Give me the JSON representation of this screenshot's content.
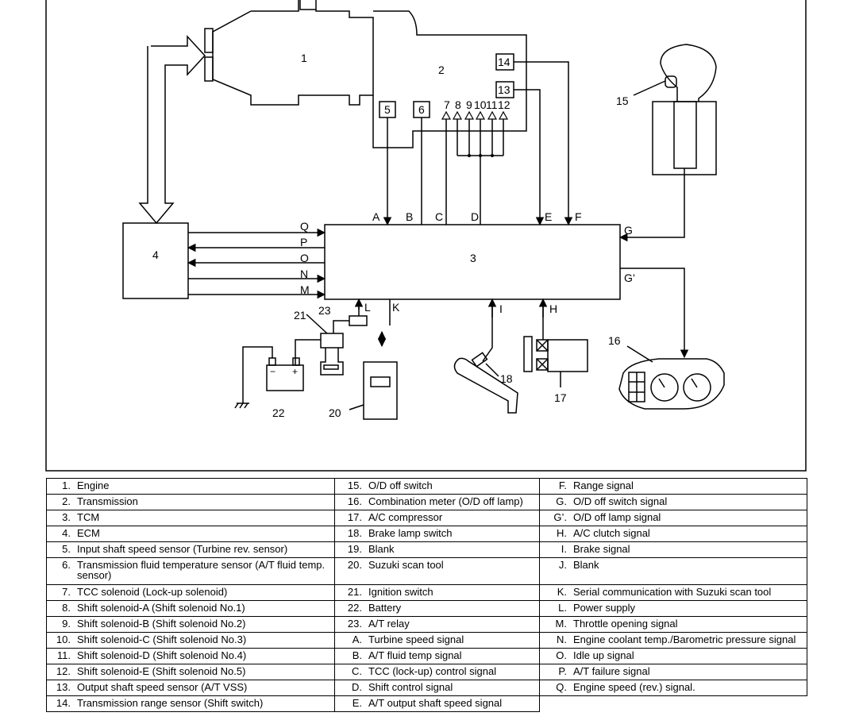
{
  "diagram": {
    "labels": {
      "engine": "1",
      "transmission": "2",
      "tcm": "3",
      "ecm": "4",
      "input_sensor": "5",
      "fluid_sensor": "6",
      "sol_nums": [
        "7",
        "8",
        "9",
        "10",
        "11",
        "12"
      ],
      "output_sensor": "13",
      "range_sensor": "14",
      "od_switch": "15",
      "meter": "16",
      "ac_compressor": "17",
      "brake_switch": "18",
      "scan_tool": "20",
      "ignition": "21",
      "battery": "22",
      "relay": "23"
    },
    "signals": {
      "A": "A",
      "B": "B",
      "C": "C",
      "D": "D",
      "E": "E",
      "F": "F",
      "G": "G",
      "G2": "G’",
      "H": "H",
      "I": "I",
      "K": "K",
      "L": "L",
      "M": "M",
      "N": "N",
      "O": "O",
      "P": "P",
      "Q": "Q"
    },
    "battery_minus": "−",
    "battery_plus": "+"
  },
  "legend": {
    "rows": [
      {
        "c1": {
          "n": "1.",
          "t": "Engine"
        },
        "c2": {
          "n": "15.",
          "t": "O/D off switch"
        },
        "c3": {
          "n": "F.",
          "t": "Range signal"
        }
      },
      {
        "c1": {
          "n": "2.",
          "t": "Transmission"
        },
        "c2": {
          "n": "16.",
          "t": "Combination meter (O/D off lamp)"
        },
        "c3": {
          "n": "G.",
          "t": "O/D off switch signal"
        }
      },
      {
        "c1": {
          "n": "3.",
          "t": "TCM"
        },
        "c2": {
          "n": "17.",
          "t": "A/C compressor"
        },
        "c3": {
          "n": "G’.",
          "t": "O/D off lamp signal"
        }
      },
      {
        "c1": {
          "n": "4.",
          "t": "ECM"
        },
        "c2": {
          "n": "18.",
          "t": "Brake lamp switch"
        },
        "c3": {
          "n": "H.",
          "t": "A/C clutch signal"
        }
      },
      {
        "c1": {
          "n": "5.",
          "t": "Input shaft speed sensor (Turbine rev. sensor)"
        },
        "c2": {
          "n": "19.",
          "t": "Blank"
        },
        "c3": {
          "n": "I.",
          "t": "Brake signal"
        }
      },
      {
        "c1": {
          "n": "6.",
          "t": "Transmission fluid temperature sensor (A/T fluid temp. sensor)"
        },
        "c2": {
          "n": "20.",
          "t": "Suzuki scan tool"
        },
        "c3": {
          "n": "J.",
          "t": "Blank"
        }
      },
      {
        "c1": {
          "n": "7.",
          "t": "TCC solenoid (Lock-up solenoid)"
        },
        "c2": {
          "n": "21.",
          "t": "Ignition switch"
        },
        "c3": {
          "n": "K.",
          "t": "Serial communication with Suzuki scan tool"
        }
      },
      {
        "c1": {
          "n": "8.",
          "t": "Shift solenoid-A (Shift solenoid No.1)"
        },
        "c2": {
          "n": "22.",
          "t": "Battery"
        },
        "c3": {
          "n": "L.",
          "t": "Power supply"
        }
      },
      {
        "c1": {
          "n": "9.",
          "t": "Shift solenoid-B (Shift solenoid No.2)"
        },
        "c2": {
          "n": "23.",
          "t": "A/T relay"
        },
        "c3": {
          "n": "M.",
          "t": "Throttle opening signal"
        }
      },
      {
        "c1": {
          "n": "10.",
          "t": "Shift solenoid-C (Shift solenoid No.3)"
        },
        "c2": {
          "n": "A.",
          "t": "Turbine speed signal"
        },
        "c3": {
          "n": "N.",
          "t": "Engine coolant temp./Barometric pressure signal"
        }
      },
      {
        "c1": {
          "n": "11.",
          "t": "Shift solenoid-D (Shift solenoid No.4)"
        },
        "c2": {
          "n": "B.",
          "t": "A/T fluid temp signal"
        },
        "c3": {
          "n": "O.",
          "t": "Idle up signal"
        }
      },
      {
        "c1": {
          "n": "12.",
          "t": "Shift solenoid-E (Shift solenoid No.5)"
        },
        "c2": {
          "n": "C.",
          "t": "TCC (lock-up) control signal"
        },
        "c3": {
          "n": "P.",
          "t": "A/T failure signal"
        }
      },
      {
        "c1": {
          "n": "13.",
          "t": "Output shaft speed sensor (A/T VSS)"
        },
        "c2": {
          "n": "D.",
          "t": "Shift control signal"
        },
        "c3": {
          "n": "Q.",
          "t": "Engine speed (rev.) signal."
        }
      },
      {
        "c1": {
          "n": "14.",
          "t": "Transmission range sensor (Shift switch)"
        },
        "c2": {
          "n": "E.",
          "t": "A/T output shaft speed signal"
        },
        "c3": null
      }
    ]
  }
}
